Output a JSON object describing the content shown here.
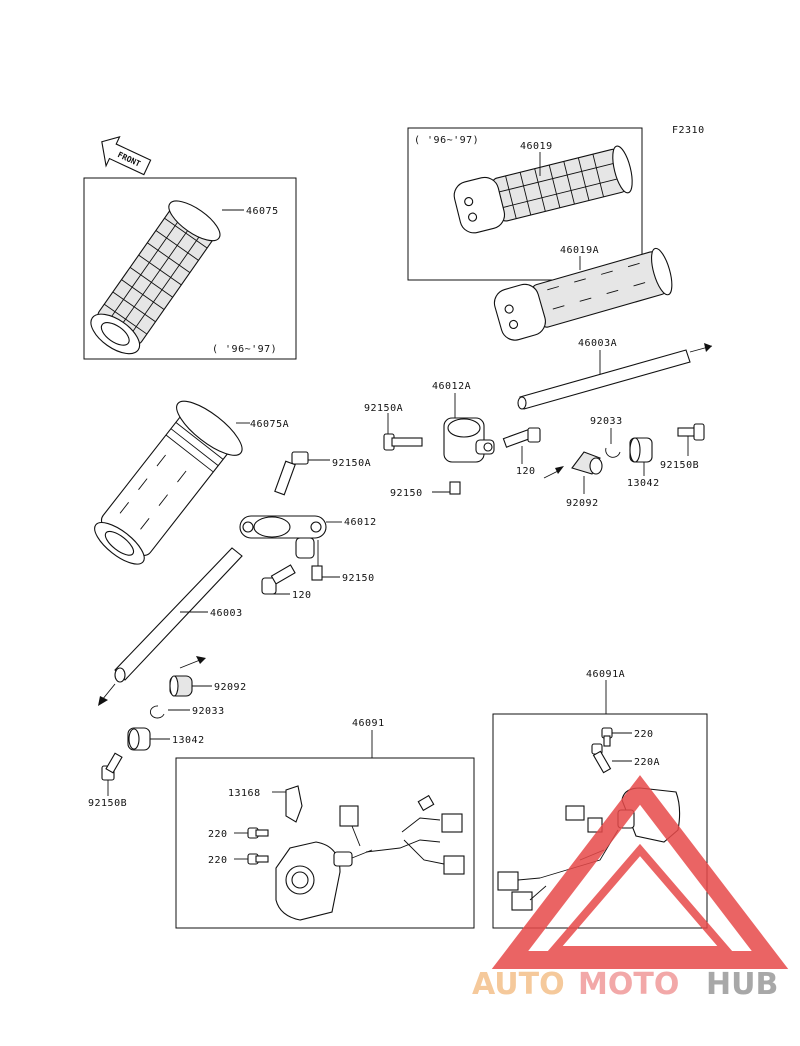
{
  "figure_code": "F2310",
  "front_arrow": "FRONT",
  "year_notes": {
    "upper_right_box": "( '96~'97)",
    "upper_left_box": "( '96~'97)"
  },
  "parts": {
    "p46075": "46075",
    "p46075A": "46075A",
    "p46019": "46019",
    "p46019A": "46019A",
    "p46003A": "46003A",
    "p46012A": "46012A",
    "p92150A_1": "92150A",
    "p92150A_2": "92150A",
    "p92150_top": "92150",
    "p120_top": "120",
    "p92033_top": "92033",
    "p92092_top": "92092",
    "p13042_top": "13042",
    "p92150B_top": "92150B",
    "p46012": "46012",
    "p92150_mid": "92150",
    "p120_mid": "120",
    "p46003": "46003",
    "p92092_bot": "92092",
    "p92033_bot": "92033",
    "p13042_bot": "13042",
    "p92150B_bot": "92150B",
    "p46091": "46091",
    "p13168": "13168",
    "p220_1": "220",
    "p220_2": "220",
    "p46091A": "46091A",
    "p220_3": "220",
    "p220A": "220A"
  },
  "watermark": {
    "part1": "AUTO",
    "part2": "MOTO",
    "part3": "HUB",
    "color_auto": "#f4c08a",
    "color_moto": "#f09a9a",
    "color_hub": "#9a9a9a",
    "triangle_color": "#e74a4a"
  }
}
